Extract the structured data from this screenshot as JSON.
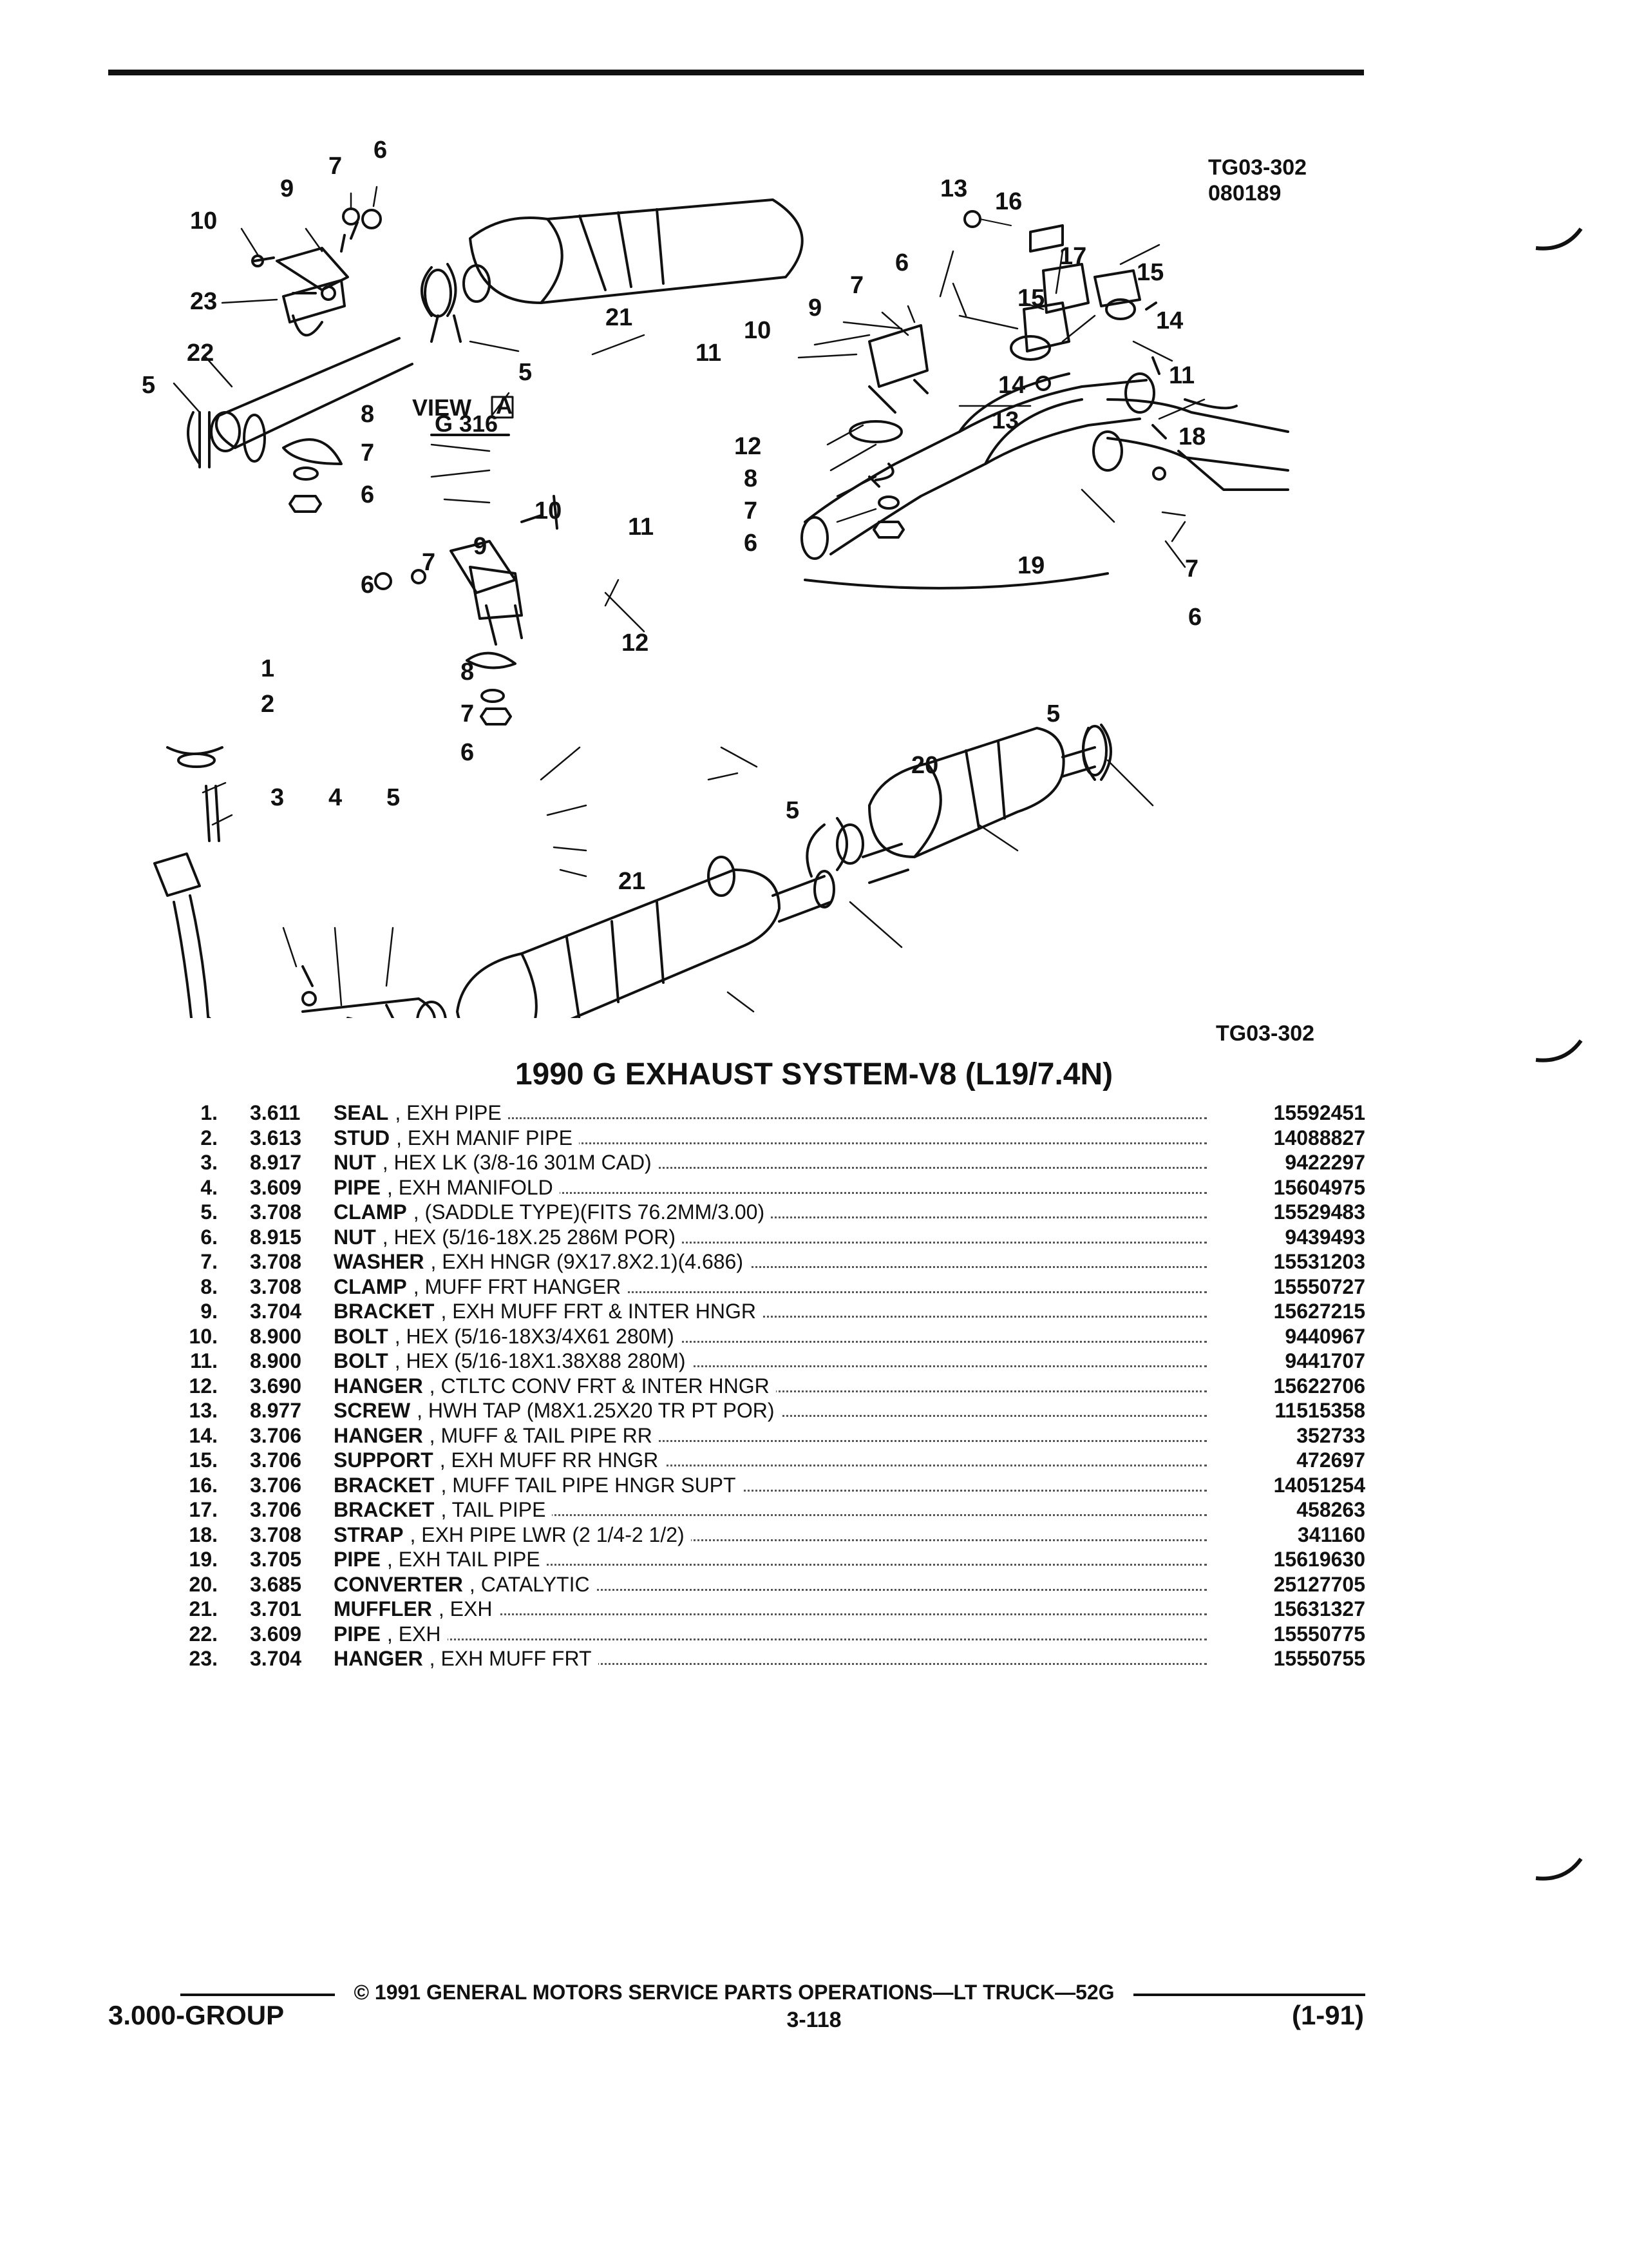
{
  "header": {
    "ref_code_top": "TG03-302",
    "ref_date": "080189",
    "ref_code_bottom": "TG03-302"
  },
  "diagram": {
    "view_label": "VIEW",
    "view_letter": "A",
    "view_code": "G 316",
    "arrow_letter": "A",
    "callouts": {
      "c1": "1",
      "c2": "2",
      "c3": "3",
      "c4": "4",
      "c5": "5",
      "c6": "6",
      "c7": "7",
      "c8": "8",
      "c9": "9",
      "c10": "10",
      "c11": "11",
      "c12": "12",
      "c13": "13",
      "c14": "14",
      "c15": "15",
      "c16": "16",
      "c17": "17",
      "c18": "18",
      "c19": "19",
      "c20": "20",
      "c21": "21",
      "c22": "22",
      "c23": "23"
    }
  },
  "title": "1990 G EXHAUST SYSTEM-V8 (L19/7.4N)",
  "parts": [
    {
      "num": "1.",
      "group": "3.611",
      "name": "SEAL",
      "desc": ", EXH PIPE",
      "part": "15592451"
    },
    {
      "num": "2.",
      "group": "3.613",
      "name": "STUD",
      "desc": ", EXH MANIF PIPE",
      "part": "14088827"
    },
    {
      "num": "3.",
      "group": "8.917",
      "name": "NUT",
      "desc": ", HEX LK (3/8-16 301M CAD)",
      "part": "9422297"
    },
    {
      "num": "4.",
      "group": "3.609",
      "name": "PIPE",
      "desc": ", EXH MANIFOLD",
      "part": "15604975"
    },
    {
      "num": "5.",
      "group": "3.708",
      "name": "CLAMP",
      "desc": ", (SADDLE TYPE)(FITS 76.2MM/3.00)",
      "part": "15529483"
    },
    {
      "num": "6.",
      "group": "8.915",
      "name": "NUT",
      "desc": ", HEX (5/16-18X.25 286M POR)",
      "part": "9439493"
    },
    {
      "num": "7.",
      "group": "3.708",
      "name": "WASHER",
      "desc": ", EXH HNGR (9X17.8X2.1)(4.686)",
      "part": "15531203"
    },
    {
      "num": "8.",
      "group": "3.708",
      "name": "CLAMP",
      "desc": ", MUFF FRT HANGER",
      "part": "15550727"
    },
    {
      "num": "9.",
      "group": "3.704",
      "name": "BRACKET",
      "desc": ", EXH MUFF FRT & INTER HNGR",
      "part": "15627215"
    },
    {
      "num": "10.",
      "group": "8.900",
      "name": "BOLT",
      "desc": ", HEX (5/16-18X3/4X61 280M)",
      "part": "9440967"
    },
    {
      "num": "11.",
      "group": "8.900",
      "name": "BOLT",
      "desc": ", HEX (5/16-18X1.38X88 280M)",
      "part": "9441707"
    },
    {
      "num": "12.",
      "group": "3.690",
      "name": "HANGER",
      "desc": ", CTLTC CONV FRT & INTER HNGR",
      "part": "15622706"
    },
    {
      "num": "13.",
      "group": "8.977",
      "name": "SCREW",
      "desc": ", HWH TAP (M8X1.25X20 TR PT POR)",
      "part": "11515358"
    },
    {
      "num": "14.",
      "group": "3.706",
      "name": "HANGER",
      "desc": ", MUFF & TAIL PIPE RR",
      "part": "352733"
    },
    {
      "num": "15.",
      "group": "3.706",
      "name": "SUPPORT",
      "desc": ", EXH MUFF RR HNGR",
      "part": "472697"
    },
    {
      "num": "16.",
      "group": "3.706",
      "name": "BRACKET",
      "desc": ", MUFF TAIL PIPE HNGR SUPT",
      "part": "14051254"
    },
    {
      "num": "17.",
      "group": "3.706",
      "name": "BRACKET",
      "desc": ", TAIL PIPE",
      "part": "458263"
    },
    {
      "num": "18.",
      "group": "3.708",
      "name": "STRAP",
      "desc": ", EXH PIPE LWR (2 1/4-2 1/2)",
      "part": "341160"
    },
    {
      "num": "19.",
      "group": "3.705",
      "name": "PIPE",
      "desc": ", EXH TAIL PIPE",
      "part": "15619630"
    },
    {
      "num": "20.",
      "group": "3.685",
      "name": "CONVERTER",
      "desc": ", CATALYTIC",
      "part": "25127705"
    },
    {
      "num": "21.",
      "group": "3.701",
      "name": "MUFFLER",
      "desc": ", EXH",
      "part": "15631327"
    },
    {
      "num": "22.",
      "group": "3.609",
      "name": "PIPE",
      "desc": ", EXH",
      "part": "15550775"
    },
    {
      "num": "23.",
      "group": "3.704",
      "name": "HANGER",
      "desc": ", EXH MUFF FRT",
      "part": "15550755"
    }
  ],
  "footer": {
    "copyright": "© 1991 GENERAL MOTORS SERVICE PARTS OPERATIONS—LT TRUCK—52G",
    "group": "3.000-GROUP",
    "page": "3-118",
    "date": "(1-91)"
  }
}
